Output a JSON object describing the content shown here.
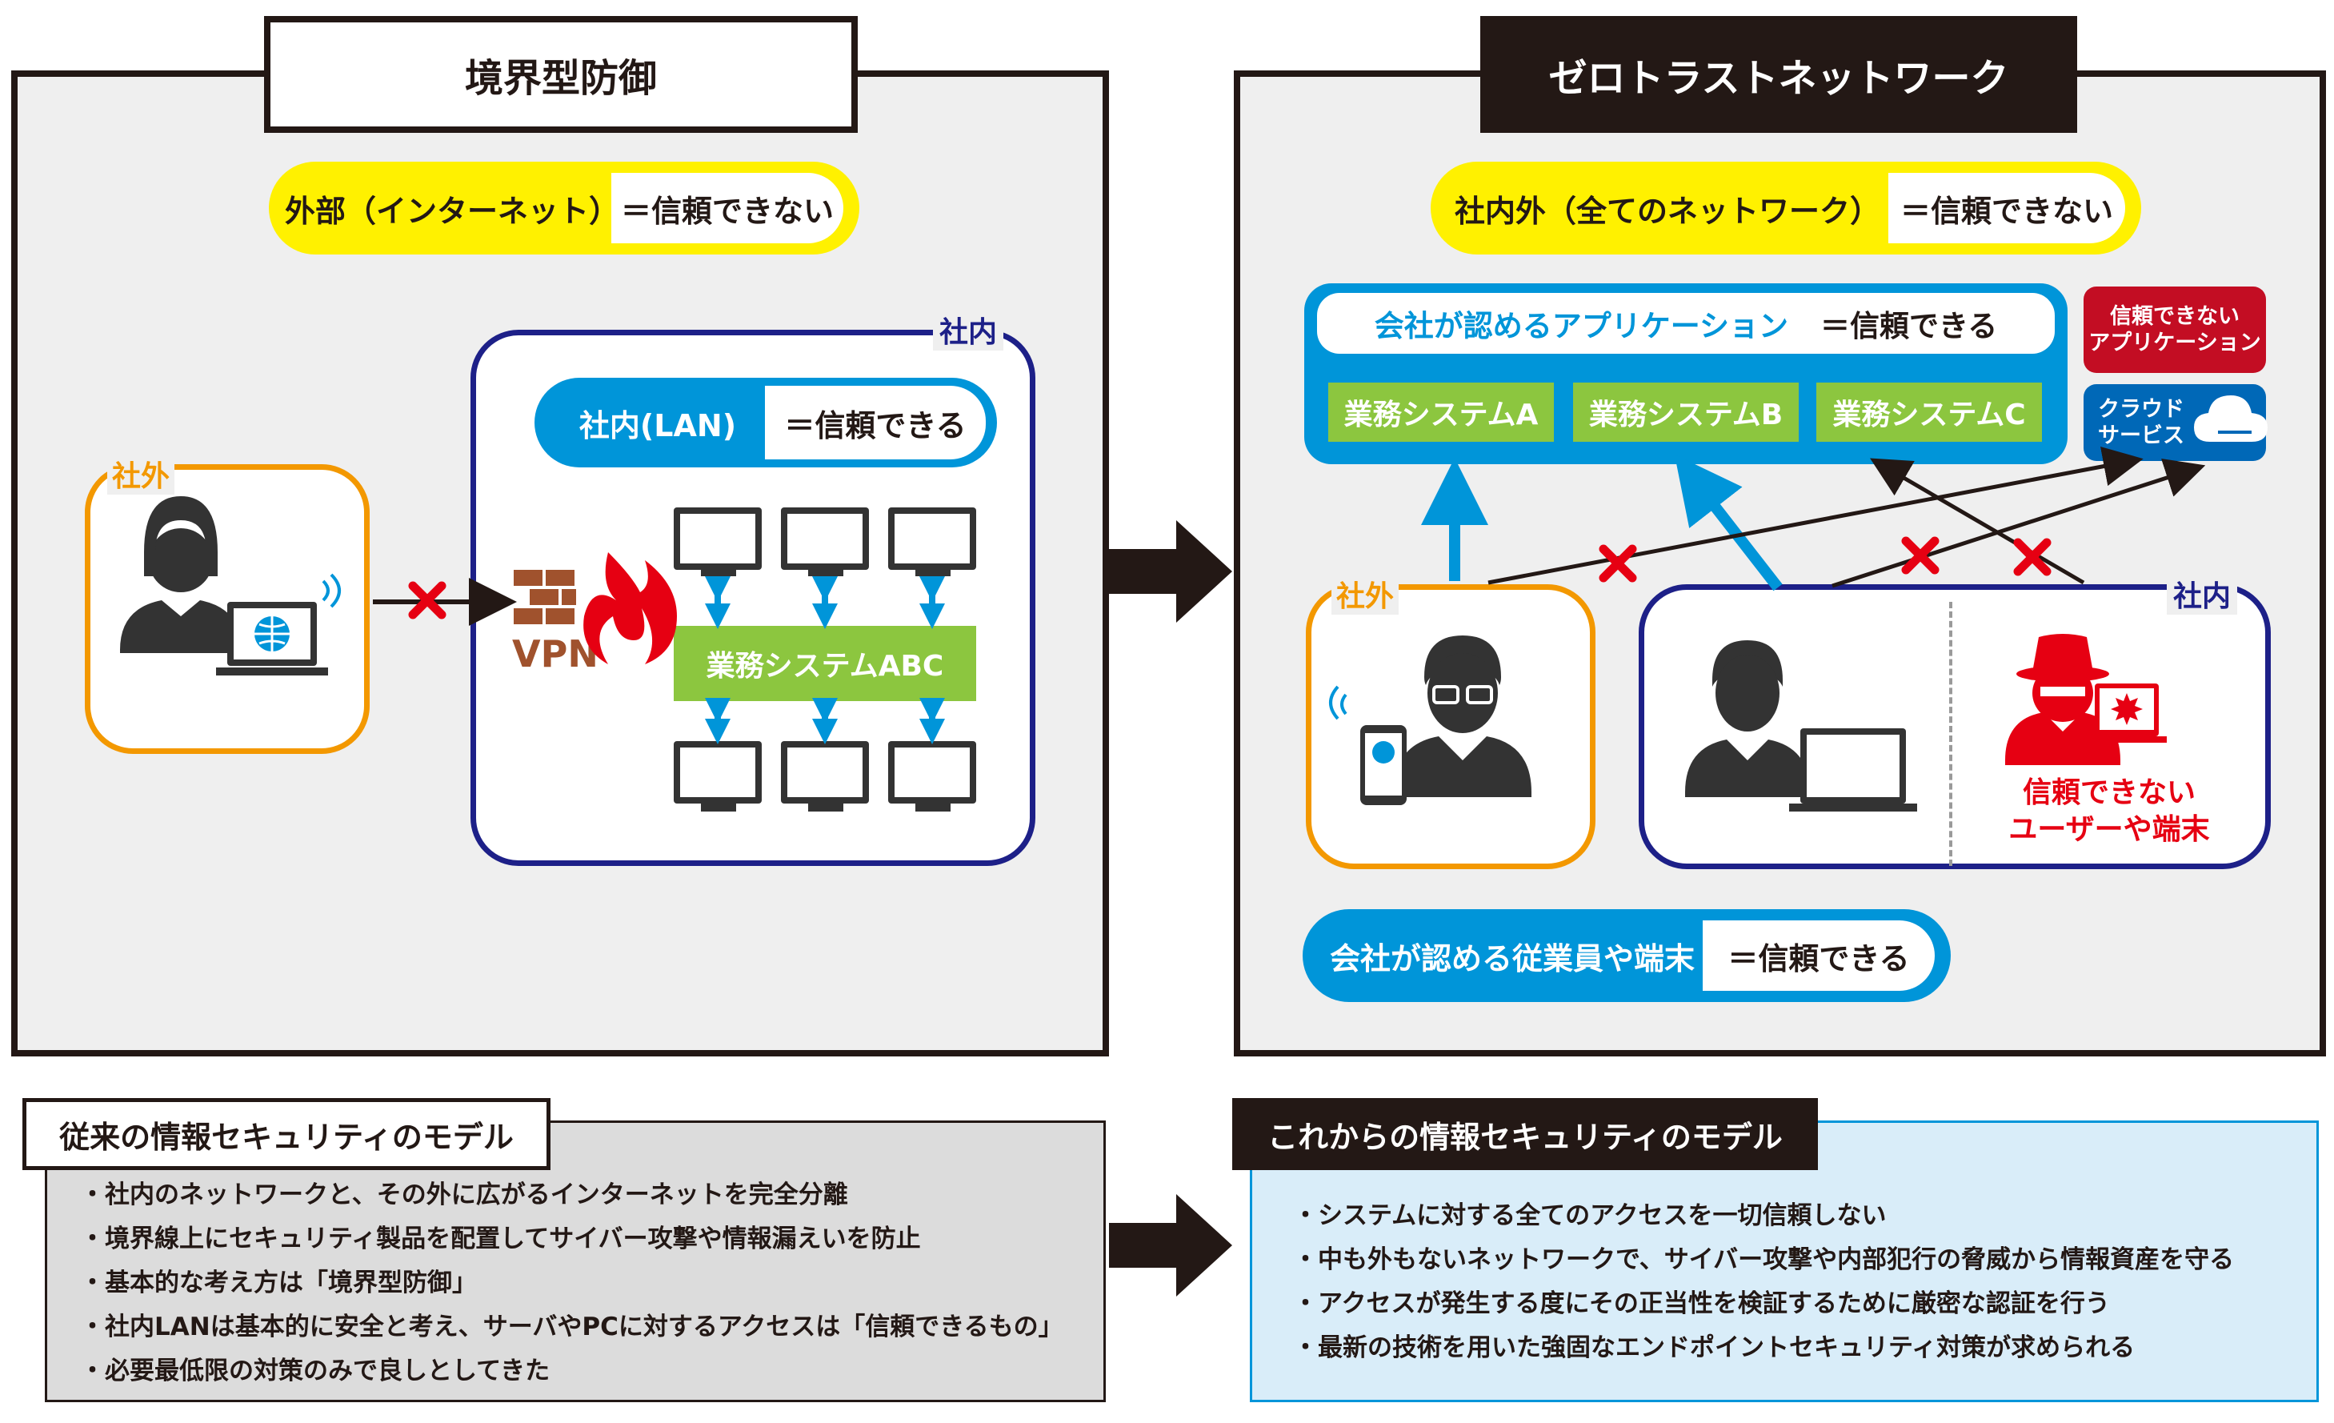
{
  "left": {
    "title": "境界型防御",
    "external_pill": {
      "label": "外部（インターネット）",
      "value": "＝信頼できない"
    },
    "internal_tag": "社内",
    "external_tag": "社外",
    "lan_pill": {
      "label": "社内(LAN)",
      "value": "＝信頼できる"
    },
    "vpn_label": "VPN",
    "system_label": "業務システムABC"
  },
  "right": {
    "title": "ゼロトラストネットワーク",
    "all_pill": {
      "label": "社内外（全てのネットワーク）",
      "value": "＝信頼できない"
    },
    "apps_box": {
      "label": "会社が認めるアプリケーション",
      "value": "＝信頼できる"
    },
    "systems": [
      "業務システムA",
      "業務システムB",
      "業務システムC"
    ],
    "untrusted_app": "信頼できない\nアプリケーション",
    "cloud": "クラウド\nサービス",
    "external_tag": "社外",
    "internal_tag": "社内",
    "untrusted_user": "信頼できない\nユーザーや端末",
    "employee_pill": {
      "label": "会社が認める従業員や端末",
      "value": "＝信頼できる"
    }
  },
  "bottom_left": {
    "title": "従来の情報セキュリティのモデル",
    "items": [
      "・社内のネットワークと、その外に広がるインターネットを完全分離",
      "・境界線上にセキュリティ製品を配置してサイバー攻撃や情報漏えいを防止",
      "・基本的な考え方は「境界型防御」",
      "・社内LANは基本的に安全と考え、サーバやPCに対するアクセスは「信頼できるもの」",
      "・必要最低限の対策のみで良しとしてきた"
    ]
  },
  "bottom_right": {
    "title": "これからの情報セキュリティのモデル",
    "items": [
      "・システムに対する全てのアクセスを一切信頼しない",
      "・中も外もないネットワークで、サイバー攻撃や内部犯行の脅威から情報資産を守る",
      "・アクセスが発生する度にその正当性を検証するために厳密な認証を行う",
      "・最新の技術を用いた強固なエンドポイントセキュリティ対策が求められる"
    ]
  },
  "colors": {
    "dark": "#231815",
    "yellow": "#fff100",
    "blue": "#0095d9",
    "navy": "#1d2088",
    "orange": "#f39800",
    "green": "#8cc63f",
    "red": "#e60012",
    "panel_gray": "#efefef",
    "light_blue": "#d9edf9"
  },
  "icons": [
    "user-female-icon",
    "laptop-globe-icon",
    "firewall-icon",
    "monitor-icon",
    "smartphone-icon",
    "user-glasses-icon",
    "user-male-icon",
    "hacker-icon",
    "cloud-icon",
    "cross-icon"
  ]
}
